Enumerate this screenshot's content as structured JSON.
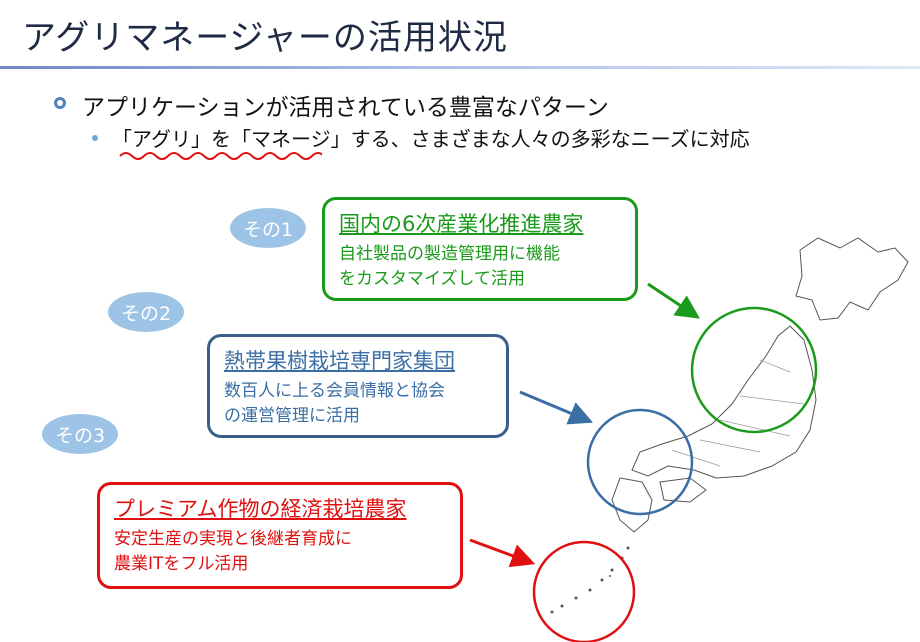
{
  "title": "アグリマネージャーの活用状況",
  "bullet_main": "アプリケーションが活用されている豊富なパターン",
  "bullet_sub": "「アグリ」を「マネージ」する、さまざまな人々の多彩なニーズに対応",
  "colors": {
    "green": "#1a9a1a",
    "blue": "#3a6ea5",
    "red": "#e01010",
    "pill": "#9dc3e6"
  },
  "cases": [
    {
      "tag": "その1",
      "heading": "国内の6次産業化推進農家",
      "line1": "自社製品の製造管理用に機能",
      "line2": "をカスタマイズして活用"
    },
    {
      "tag": "その2",
      "heading": "熱帯果樹栽培専門家集団",
      "line1": "数百人に上る会員情報と協会",
      "line2": "の運営管理に活用"
    },
    {
      "tag": "その3",
      "heading": "プレミアム作物の経済栽培農家",
      "line1": "安定生産の実現と後継者育成に",
      "line2": "農業ITをフル活用"
    }
  ],
  "map_label": "japan-map"
}
